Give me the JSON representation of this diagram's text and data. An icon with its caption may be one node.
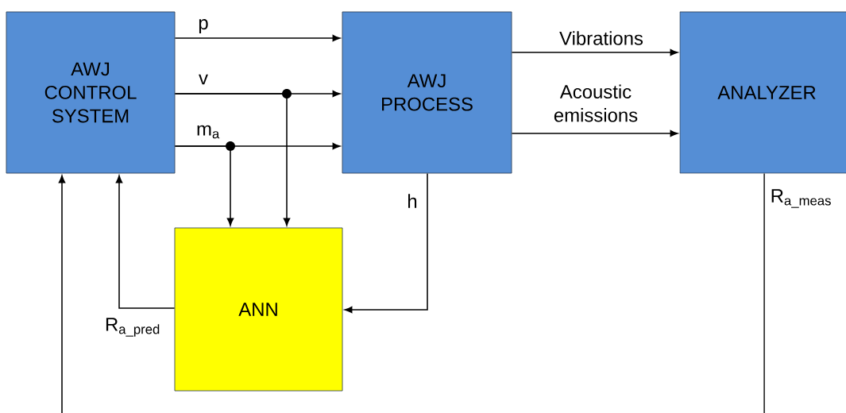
{
  "diagram": {
    "nodes": [
      {
        "text": [
          "AWJ CONTROL SYSTEM"
        ]
      },
      {
        "text": [
          "AWJ PROCESS"
        ]
      },
      {
        "text": [
          "ANALYZER"
        ]
      },
      {
        "text": [
          "ANN"
        ]
      }
    ],
    "edges": [
      {
        "from": 0,
        "to": 1,
        "arrow": "to",
        "label": "p"
      },
      {
        "from": 0,
        "to": 1,
        "arrow": "to",
        "label": "v"
      },
      {
        "from": 0,
        "to": 1,
        "arrow": "to",
        "label": "m$_{a}$"
      },
      {
        "from": 0,
        "to": 3,
        "arrow": "to"
      },
      {
        "from": 0,
        "to": 3,
        "arrow": "to"
      },
      {
        "from": 1,
        "to": 2,
        "arrow": "to",
        "label": "Vibrations"
      },
      {
        "from": 1,
        "to": 2,
        "arrow": "to",
        "label": "Acoustic emissions"
      },
      {
        "from": 1,
        "to": 3,
        "arrow": "to",
        "label": "h"
      },
      {
        "from": 3,
        "to": 0,
        "arrow": "to",
        "label": "R$_{a_pred}$"
      },
      {
        "from": null,
        "to": 0,
        "arrow": "to"
      },
      {
        "from": 2,
        "to": null,
        "arrow": "none",
        "label": "R$_{a_meas}$"
      }
    ]
  }
}
